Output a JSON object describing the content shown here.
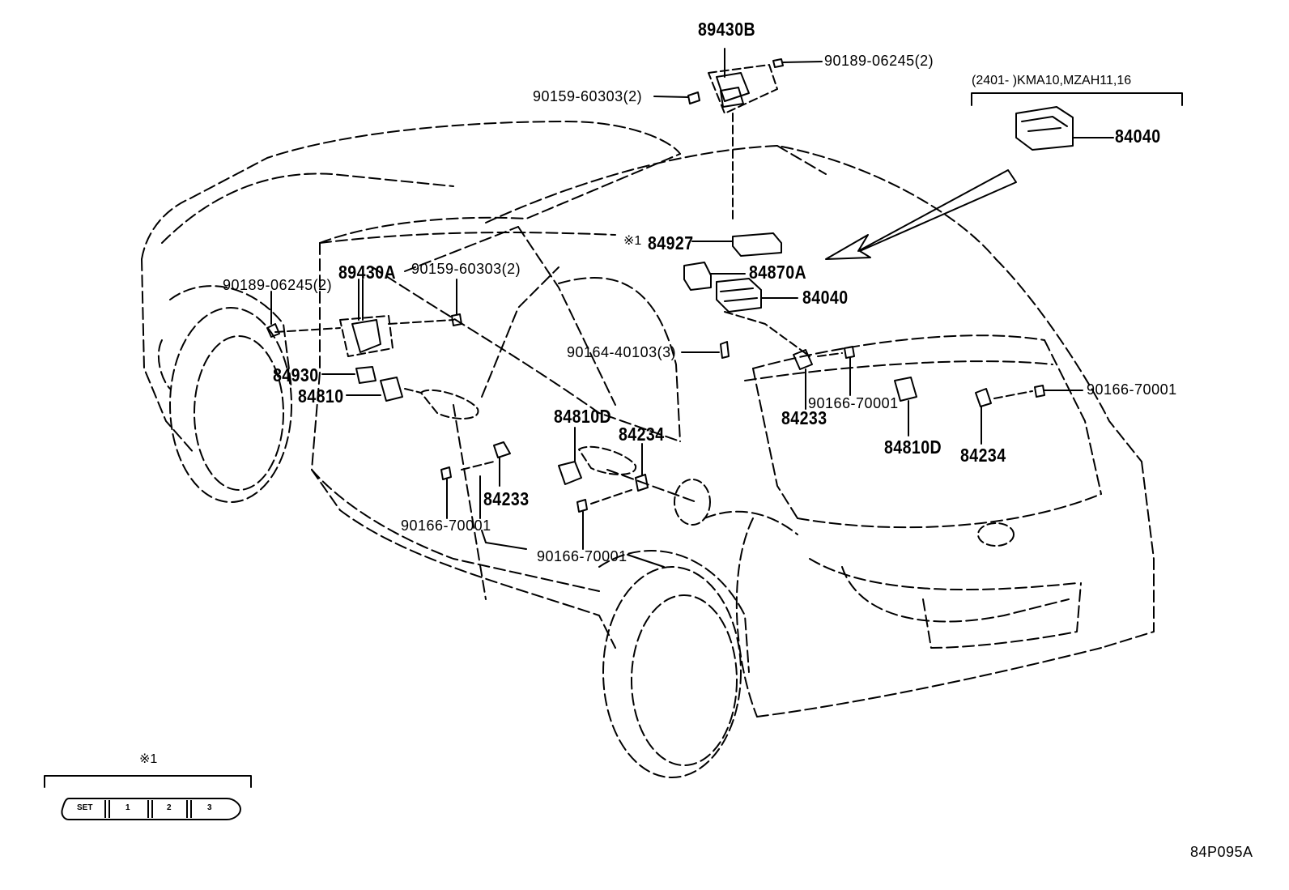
{
  "labels": {
    "p89430b": "89430B",
    "p90189_top": "90189-06245(2)",
    "p90159_top": "90159-60303(2)",
    "range_note": "(2401-      )KMA10,MZAH11,16",
    "p84040_top": "84040",
    "p84927_mark": "※1",
    "p84927": "84927",
    "p84870a": "84870A",
    "p84040": "84040",
    "p90189_left": "90189-06245(2)",
    "p89430a": "89430A",
    "p90159_left": "90159-60303(2)",
    "p90164": "90164-40103(3)",
    "p84930": "84930",
    "p84810": "84810",
    "p84810d_left": "84810D",
    "p84234_left": "84234",
    "p84233_left": "84233",
    "p90166_a": "90166-70001",
    "p90166_b": "90166-70001",
    "p84233_right": "84233",
    "p90166_c": "90166-70001",
    "p84810d_right": "84810D",
    "p84234_right": "84234",
    "p90166_d": "90166-70001",
    "note_mark": "※1",
    "diagram_code": "84P095A"
  },
  "switch_panel": {
    "buttons": [
      "SET",
      "1",
      "2",
      "3"
    ]
  }
}
